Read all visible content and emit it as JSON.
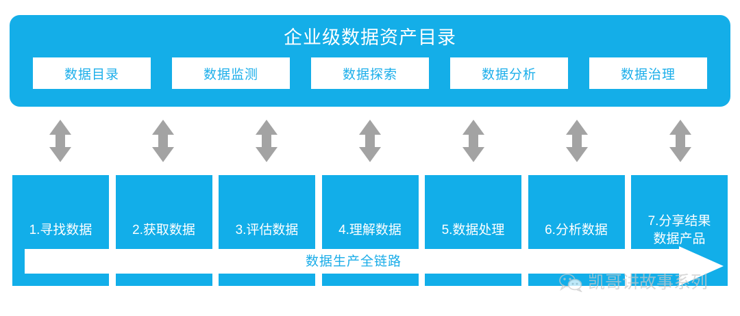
{
  "diagram": {
    "platform": {
      "title": "企业级数据资产目录",
      "capabilities": [
        {
          "label": "数据目录"
        },
        {
          "label": "数据监测"
        },
        {
          "label": "数据探索"
        },
        {
          "label": "数据分析"
        },
        {
          "label": "数据治理"
        }
      ]
    },
    "connectors": {
      "count": 7,
      "icon": "double-headed-vertical-arrow-icon",
      "color": "#A3A3A3"
    },
    "pipeline": {
      "banner_label": "数据生产全链路",
      "steps": [
        {
          "lines": [
            "1.寻找数据"
          ]
        },
        {
          "lines": [
            "2.获取数据"
          ]
        },
        {
          "lines": [
            "3.评估数据"
          ]
        },
        {
          "lines": [
            "4.理解数据"
          ]
        },
        {
          "lines": [
            "5.数据处理"
          ]
        },
        {
          "lines": [
            "6.分析数据"
          ]
        },
        {
          "lines": [
            "7.分享结果",
            "数据产品"
          ]
        }
      ]
    },
    "watermark": {
      "icon": "wechat-icon",
      "text": "凯哥讲故事系列"
    },
    "colors": {
      "brand_blue": "#14AEE8",
      "step_blue": "#12AEE9",
      "label_blue": "#1BAEEA",
      "connector_gray": "#A3A3A3",
      "surface_white": "#FFFFFF",
      "watermark_gray": "#C9C9C9"
    }
  }
}
